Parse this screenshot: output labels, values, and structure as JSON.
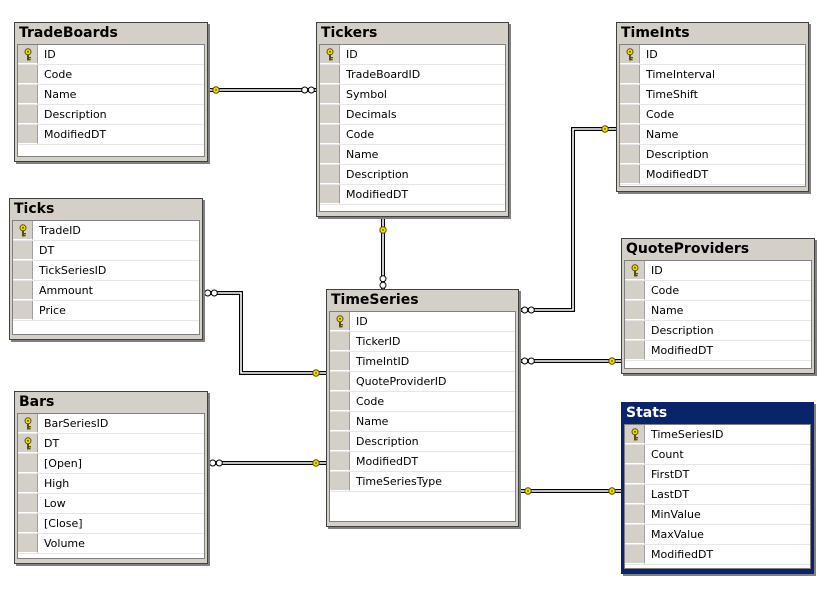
{
  "tables": [
    {
      "name": "TradeBoards",
      "selected": false,
      "columns": [
        {
          "name": "ID",
          "pk": true
        },
        {
          "name": "Code"
        },
        {
          "name": "Name"
        },
        {
          "name": "Description"
        },
        {
          "name": "ModifiedDT"
        }
      ]
    },
    {
      "name": "Tickers",
      "selected": false,
      "columns": [
        {
          "name": "ID",
          "pk": true
        },
        {
          "name": "TradeBoardID"
        },
        {
          "name": "Symbol"
        },
        {
          "name": "Decimals"
        },
        {
          "name": "Code"
        },
        {
          "name": "Name"
        },
        {
          "name": "Description"
        },
        {
          "name": "ModifiedDT"
        }
      ]
    },
    {
      "name": "TimeInts",
      "selected": false,
      "columns": [
        {
          "name": "ID",
          "pk": true
        },
        {
          "name": "TimeInterval"
        },
        {
          "name": "TimeShift"
        },
        {
          "name": "Code"
        },
        {
          "name": "Name"
        },
        {
          "name": "Description"
        },
        {
          "name": "ModifiedDT"
        }
      ]
    },
    {
      "name": "Ticks",
      "selected": false,
      "columns": [
        {
          "name": "TradeID",
          "pk": true
        },
        {
          "name": "DT"
        },
        {
          "name": "TickSeriesID"
        },
        {
          "name": "Ammount"
        },
        {
          "name": "Price"
        }
      ]
    },
    {
      "name": "TimeSeries",
      "selected": false,
      "columns": [
        {
          "name": "ID",
          "pk": true
        },
        {
          "name": "TickerID"
        },
        {
          "name": "TimeIntID"
        },
        {
          "name": "QuoteProviderID"
        },
        {
          "name": "Code"
        },
        {
          "name": "Name"
        },
        {
          "name": "Description"
        },
        {
          "name": "ModifiedDT"
        },
        {
          "name": "TimeSeriesType"
        }
      ]
    },
    {
      "name": "QuoteProviders",
      "selected": false,
      "columns": [
        {
          "name": "ID",
          "pk": true
        },
        {
          "name": "Code"
        },
        {
          "name": "Name"
        },
        {
          "name": "Description"
        },
        {
          "name": "ModifiedDT"
        }
      ]
    },
    {
      "name": "Bars",
      "selected": false,
      "columns": [
        {
          "name": "BarSeriesID",
          "pk": true
        },
        {
          "name": "DT",
          "pk": true
        },
        {
          "name": "[Open]"
        },
        {
          "name": "High"
        },
        {
          "name": "Low"
        },
        {
          "name": "[Close]"
        },
        {
          "name": "Volume"
        }
      ]
    },
    {
      "name": "Stats",
      "selected": true,
      "columns": [
        {
          "name": "TimeSeriesID",
          "pk": true
        },
        {
          "name": "Count"
        },
        {
          "name": "FirstDT"
        },
        {
          "name": "LastDT"
        },
        {
          "name": "MinValue"
        },
        {
          "name": "MaxValue"
        },
        {
          "name": "ModifiedDT"
        }
      ]
    }
  ],
  "relationships": [
    {
      "from": "Tickers",
      "to": "TradeBoards"
    },
    {
      "from": "TimeSeries",
      "to": "Tickers"
    },
    {
      "from": "Ticks",
      "to": "TimeSeries"
    },
    {
      "from": "TimeSeries",
      "to": "TimeInts"
    },
    {
      "from": "TimeSeries",
      "to": "QuoteProviders"
    },
    {
      "from": "Bars",
      "to": "TimeSeries"
    },
    {
      "from": "Stats",
      "to": "TimeSeries"
    }
  ],
  "colors": {
    "title_bar": "#d4d0c8",
    "selected_title": "#0a246a",
    "key": "#e8d800",
    "line": "#000000"
  }
}
